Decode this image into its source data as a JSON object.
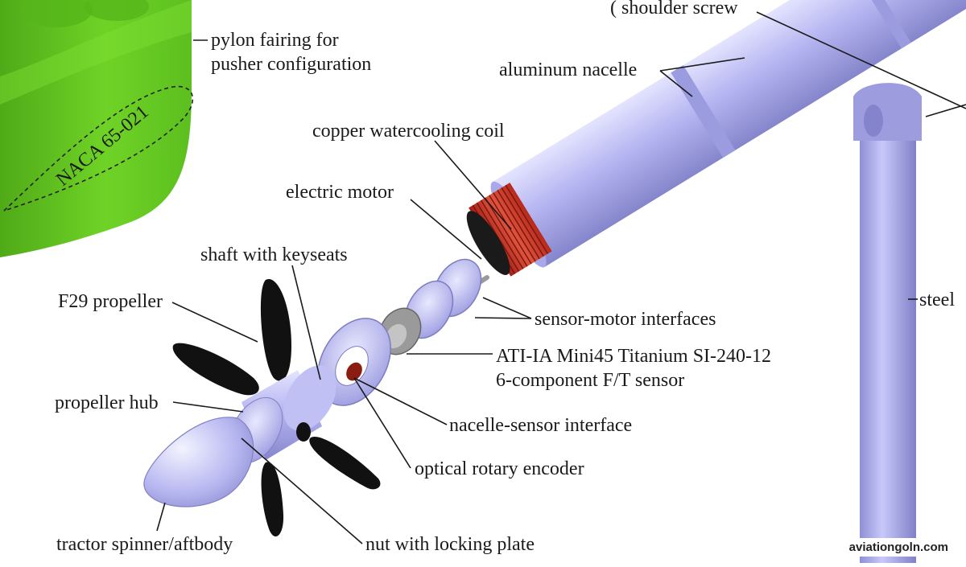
{
  "diagram": {
    "labels": {
      "shoulder_screw": "( shoulder screw",
      "pylon_fairing_line1": "pylon fairing for",
      "pylon_fairing_line2": "pusher configuration",
      "naca": "NACA 65-021",
      "aluminum_nacelle": "aluminum nacelle",
      "copper_coil": "copper watercooling coil",
      "electric_motor": "electric motor",
      "shaft": "shaft with keyseats",
      "f29_propeller": "F29 propeller",
      "sensor_motor_interfaces": "sensor-motor interfaces",
      "ati_sensor_line1": "ATI-IA Mini45 Titanium SI-240-12",
      "ati_sensor_line2": "6-component F/T sensor",
      "propeller_hub": "propeller hub",
      "nacelle_sensor_interface": "nacelle-sensor interface",
      "optical_encoder": "optical rotary encoder",
      "tractor_spinner": "tractor spinner/aftbody",
      "nut_locking_plate": "nut with locking plate",
      "steel": "steel"
    },
    "colors": {
      "fairing_green": "#66cc22",
      "nacelle_lavender": "#b3b3f0",
      "coil_red": "#cc3322",
      "blade_black": "#111111"
    }
  },
  "watermark": "aviationgoln.com"
}
